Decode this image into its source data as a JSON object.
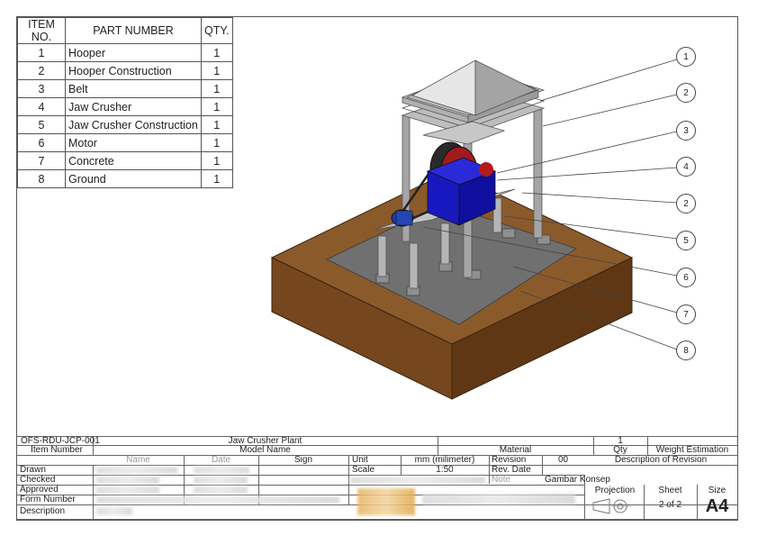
{
  "bom": {
    "headers": [
      "ITEM NO.",
      "PART NUMBER",
      "QTY."
    ],
    "rows": [
      {
        "no": "1",
        "part": "Hooper",
        "qty": "1"
      },
      {
        "no": "2",
        "part": "Hooper Construction",
        "qty": "1"
      },
      {
        "no": "3",
        "part": "Belt",
        "qty": "1"
      },
      {
        "no": "4",
        "part": "Jaw Crusher",
        "qty": "1"
      },
      {
        "no": "5",
        "part": "Jaw Crusher Construction",
        "qty": "1"
      },
      {
        "no": "6",
        "part": "Motor",
        "qty": "1"
      },
      {
        "no": "7",
        "part": "Concrete",
        "qty": "1"
      },
      {
        "no": "8",
        "part": "Ground",
        "qty": "1"
      }
    ]
  },
  "balloons": [
    "1",
    "2",
    "3",
    "4",
    "2",
    "5",
    "6",
    "7",
    "8"
  ],
  "title_block": {
    "item_number_value": "OFS-RDU-JCP-001",
    "item_number_label": "Item Number",
    "model_name_value": "Jaw Crusher Plant",
    "model_name_label": "Model Name",
    "material_label": "Material",
    "qty_value": "1",
    "qty_label": "Qty",
    "weight_label": "Weight Estimation",
    "col_name": "Name",
    "col_date": "Date",
    "col_sign": "Sign",
    "unit_label": "Unit",
    "unit_value": "mm (milimeter)",
    "revision_label": "Revision",
    "revision_value": "00",
    "desc_revision_label": "Description of Revision",
    "drawn_label": "Drawn",
    "scale_label": "Scale",
    "scale_value": "1:50",
    "rev_date_label": "Rev. Date",
    "checked_label": "Checked",
    "note_label": "Note",
    "note_value": "Gambar Konsep",
    "approved_label": "Approved",
    "projection_label": "Projection",
    "sheet_label": "Sheet",
    "size_label": "Size",
    "form_number_label": "Form Number",
    "sheet_value": "2 of 2",
    "size_value": "A4",
    "description_label": "Description"
  },
  "colors": {
    "hopper": "#b8b8b8",
    "frame": "#9a9a9a",
    "crusher": "#1a1adc",
    "concrete": "#6e6e6e",
    "ground_top": "#8a5a2e",
    "ground_side": "#6b3f1a"
  }
}
